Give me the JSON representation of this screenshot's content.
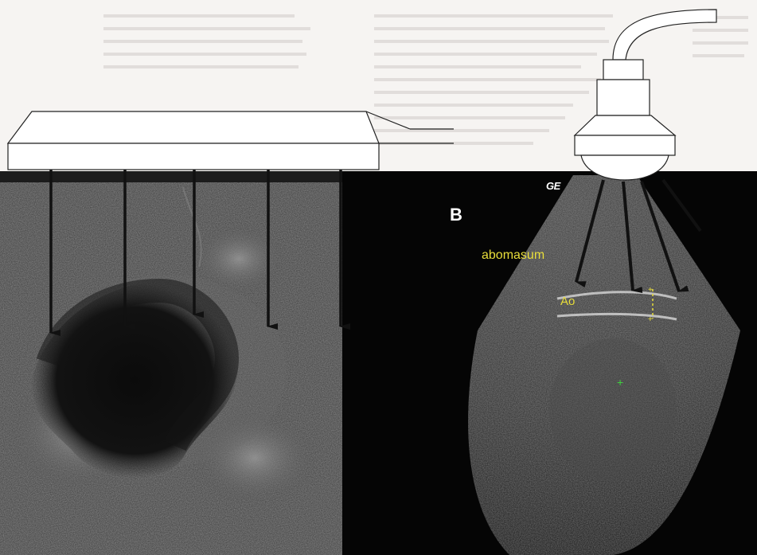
{
  "figure": {
    "panel_b_label": "B",
    "probe_brand": "GE",
    "labels": {
      "abomasum": "abomasum",
      "aorta": "Ao"
    }
  },
  "colors": {
    "annotation_yellow": "#e8dd3a",
    "arrow_black": "#111111",
    "panel_a_bg": "#2b2b2b",
    "panel_b_bg": "#050505"
  },
  "icons": {
    "linear_probe": "linear-transducer-icon",
    "convex_probe": "convex-transducer-icon",
    "arrows": "down-arrow-icon"
  }
}
